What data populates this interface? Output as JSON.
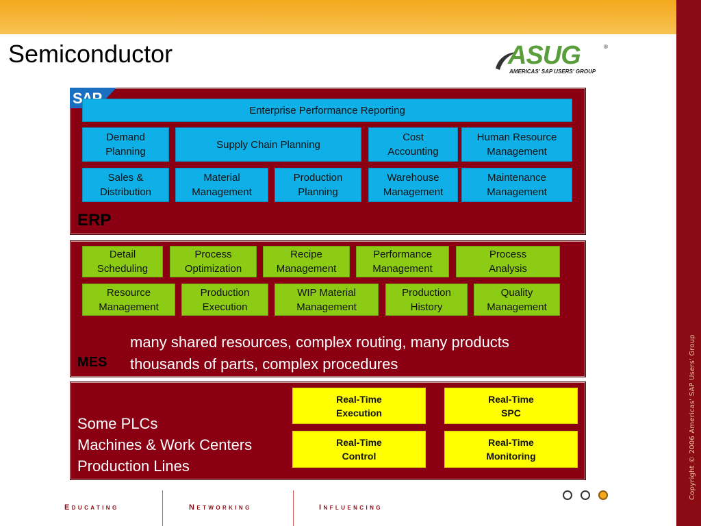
{
  "slide": {
    "title": "Semiconductor",
    "colors": {
      "top_band": "#f4a91c",
      "side_band": "#8a0b14",
      "panel": "#8a0012",
      "erp_box": "#0fb0e8",
      "mes_box": "#8ccc15",
      "plc_box": "#ffff00"
    }
  },
  "branding": {
    "asug_logo": {
      "word": "ASUG",
      "tagline": "AMERICAS' SAP USERS' GROUP",
      "registered": "®"
    },
    "sap_logo": {
      "word": "SAP"
    },
    "copyright": "Copyright © 2006 Americas' SAP Users' Group"
  },
  "erp": {
    "label": "ERP",
    "header": "Enterprise Performance Reporting",
    "row1": [
      "Demand\nPlanning",
      "Supply Chain Planning",
      "Cost\nAccounting",
      "Human Resource\nManagement"
    ],
    "row2": [
      "Sales &\nDistribution",
      "Material\nManagement",
      "Production\nPlanning",
      "Warehouse\nManagement",
      "Maintenance\nManagement"
    ]
  },
  "mes": {
    "label": "MES",
    "row1": [
      "Detail\nScheduling",
      "Process\nOptimization",
      "Recipe\nManagement",
      "Performance\nManagement",
      "Process\nAnalysis"
    ],
    "row2": [
      "Resource\nManagement",
      "Production\nExecution",
      "WIP Material\nManagement",
      "Production\nHistory",
      "Quality\nManagement"
    ],
    "note_line1": "many shared resources, complex routing, many products",
    "note_line2": "thousands of parts, complex procedures"
  },
  "plant": {
    "lines": [
      "Some PLCs",
      "Machines & Work Centers",
      "Production Lines"
    ],
    "boxes": [
      "Real-Time\nExecution",
      "Real-Time\nSPC",
      "Real-Time\nControl",
      "Real-Time\nMonitoring"
    ]
  },
  "footer": {
    "words": [
      "Educating",
      "Networking",
      "Influencing"
    ],
    "page_dots": {
      "count": 3,
      "active": 3
    }
  }
}
